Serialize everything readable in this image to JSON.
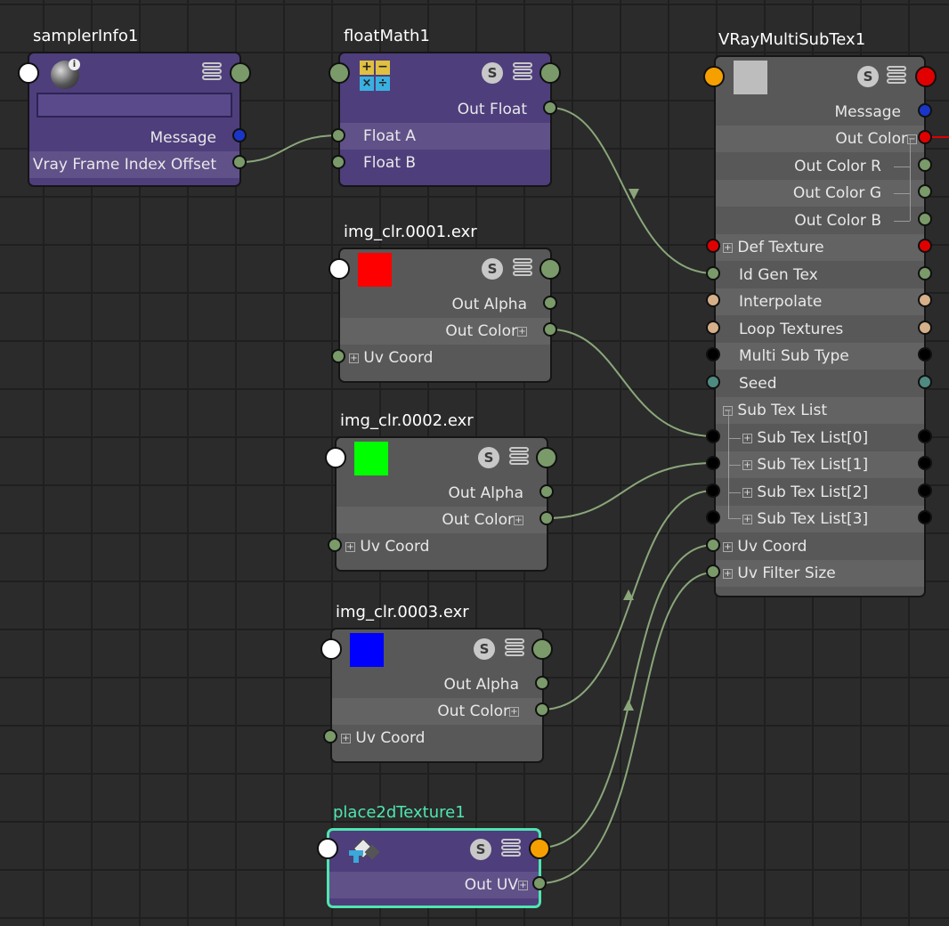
{
  "nodes": {
    "samplerInfo": {
      "title": "samplerInfo1",
      "attrs": {
        "message": "Message",
        "frame_offset": "Vray Frame Index Offset"
      }
    },
    "floatMath": {
      "title": "floatMath1",
      "attrs": {
        "out_float": "Out Float",
        "float_a": "Float A",
        "float_b": "Float B"
      }
    },
    "img1": {
      "title": "img_clr.0001.exr",
      "swatch_color": "#ff0000",
      "attrs": {
        "out_alpha": "Out Alpha",
        "out_color": "Out Color",
        "uv_coord": "Uv Coord"
      }
    },
    "img2": {
      "title": "img_clr.0002.exr",
      "swatch_color": "#00ff00",
      "attrs": {
        "out_alpha": "Out Alpha",
        "out_color": "Out Color",
        "uv_coord": "Uv Coord"
      }
    },
    "img3": {
      "title": "img_clr.0003.exr",
      "swatch_color": "#0000ff",
      "attrs": {
        "out_alpha": "Out Alpha",
        "out_color": "Out Color",
        "uv_coord": "Uv Coord"
      }
    },
    "place2d": {
      "title": "place2dTexture1",
      "attrs": {
        "out_uv": "Out UV"
      }
    },
    "multiSub": {
      "title": "VRayMultiSubTex1",
      "swatch_color": "#bdbdbd",
      "attrs": {
        "message": "Message",
        "out_color": "Out Color",
        "out_color_r": "Out Color R",
        "out_color_g": "Out Color G",
        "out_color_b": "Out Color B",
        "def_texture": "Def Texture",
        "id_gen_tex": "Id Gen Tex",
        "interpolate": "Interpolate",
        "loop_textures": "Loop Textures",
        "multi_sub_type": "Multi Sub Type",
        "seed": "Seed",
        "sub_tex_list": "Sub Tex List",
        "sub_tex_0": "Sub Tex List[0]",
        "sub_tex_1": "Sub Tex List[1]",
        "sub_tex_2": "Sub Tex List[2]",
        "sub_tex_3": "Sub Tex List[3]",
        "uv_coord": "Uv Coord",
        "uv_filter_size": "Uv Filter Size"
      }
    }
  },
  "badges": {
    "shading_letter": "S",
    "info_letter": "i"
  },
  "icons": {
    "menu": "list-menu-icon",
    "shader": "shader-toggle-icon",
    "sampler": "sphere-info-icon",
    "math": "calculator-icon",
    "place2d": "place2d-icon"
  },
  "colors": {
    "node_gray": "#585858",
    "node_purple": "#4e3e7c",
    "selected_outline": "#4fe6b0",
    "wire": "#8aa67a",
    "port_green": "#7a9a6a",
    "port_blue": "#1a36c8",
    "port_red": "#e00000",
    "port_tan": "#d6b08a",
    "port_teal": "#4f8a80",
    "port_orange": "#f5a000"
  }
}
